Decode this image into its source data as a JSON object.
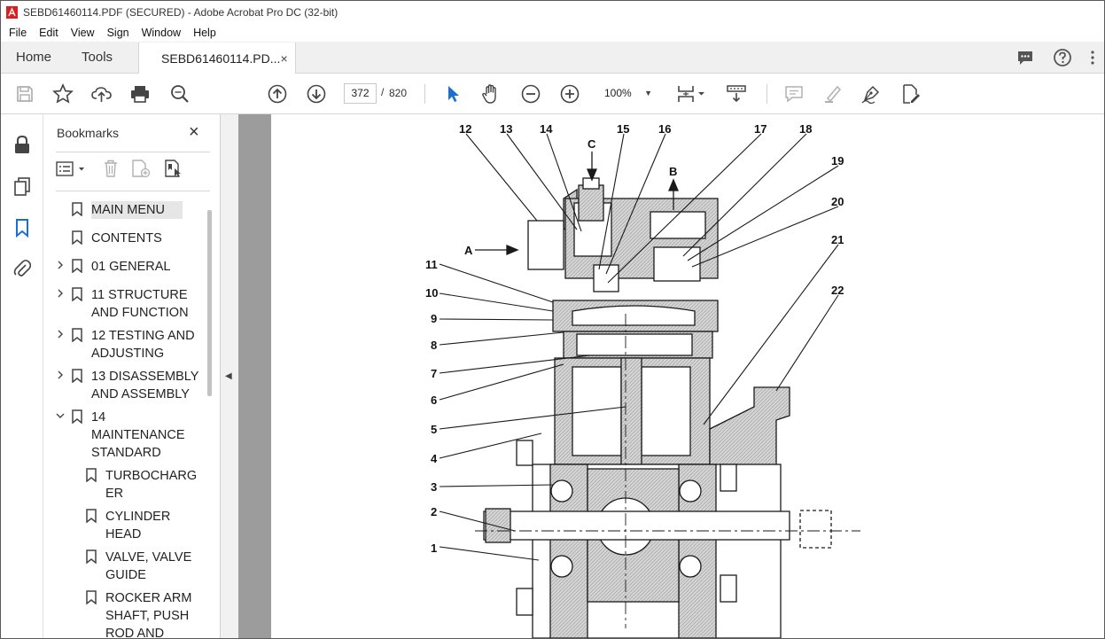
{
  "window": {
    "title": "SEBD61460114.PDF (SECURED) - Adobe Acrobat Pro DC (32-bit)"
  },
  "menu": [
    "File",
    "Edit",
    "View",
    "Sign",
    "Window",
    "Help"
  ],
  "tabs": {
    "home": "Home",
    "tools": "Tools",
    "document": "SEBD61460114.PD...",
    "close": "×"
  },
  "toolbar": {
    "current_page": "372",
    "page_separator": "/",
    "total_pages": "820",
    "zoom": "100%"
  },
  "bookmarks": {
    "title": "Bookmarks",
    "close": "×",
    "items": [
      {
        "label": "MAIN MENU",
        "level": 0,
        "expander": "none",
        "selected": true
      },
      {
        "label": "CONTENTS",
        "level": 0,
        "expander": "none"
      },
      {
        "label": "01 GENERAL",
        "level": 0,
        "expander": "collapsed"
      },
      {
        "label": "11 STRUCTURE AND FUNCTION",
        "level": 0,
        "expander": "collapsed"
      },
      {
        "label": "12 TESTING AND ADJUSTING",
        "level": 0,
        "expander": "collapsed"
      },
      {
        "label": "13 DISASSEMBLY AND ASSEMBLY",
        "level": 0,
        "expander": "collapsed"
      },
      {
        "label": "14 MAINTENANCE STANDARD",
        "level": 0,
        "expander": "expanded"
      },
      {
        "label": "TURBOCHARGER",
        "level": 1,
        "expander": "none"
      },
      {
        "label": "CYLINDER HEAD",
        "level": 1,
        "expander": "none"
      },
      {
        "label": "VALVE, VALVE GUIDE",
        "level": 1,
        "expander": "none"
      },
      {
        "label": "ROCKER ARM SHAFT, PUSH ROD AND",
        "level": 1,
        "expander": "none"
      }
    ]
  },
  "drawing": {
    "top_callouts": [
      "12",
      "13",
      "14",
      "15",
      "16",
      "17",
      "18",
      "19",
      "20",
      "21",
      "22"
    ],
    "left_callouts": [
      "11",
      "10",
      "9",
      "8",
      "7",
      "6",
      "5",
      "4",
      "3",
      "2",
      "1"
    ],
    "flow_labels": {
      "a": "A",
      "b": "B",
      "c": "C"
    }
  },
  "colors": {
    "accent": "#1a6fd1",
    "panel_bg": "#f0f0f0",
    "document_bg": "#9c9c9c"
  }
}
